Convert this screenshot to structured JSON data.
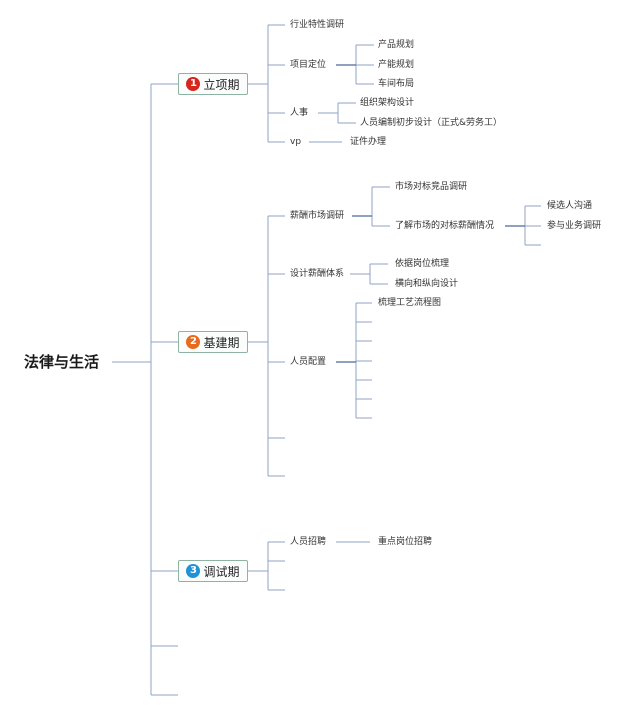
{
  "root": "法律与生活",
  "phases": [
    {
      "num": "1",
      "label": "立项期",
      "color": "#d7261d"
    },
    {
      "num": "2",
      "label": "基建期",
      "color": "#e76a1e"
    },
    {
      "num": "3",
      "label": "调试期",
      "color": "#2192d6"
    }
  ],
  "phase1": {
    "industry": "行业特性调研",
    "positioning": "项目定位",
    "product_plan": "产品规划",
    "capacity_plan": "产能规划",
    "workshop_layout": "车间布局",
    "hr": "人事",
    "org_design": "组织架构设计",
    "staffing": "人员编制初步设计（正式&劳务工）",
    "vp": "vp",
    "license": "证件办理"
  },
  "phase2": {
    "salary_research": "薪酬市场调研",
    "benchmark": "市场对标竞品调研",
    "understand": "了解市场的对标薪酬情况",
    "candidate": "候选人沟通",
    "business": "参与业务调研",
    "salary_system": "设计薪酬体系",
    "by_position": "依据岗位梳理",
    "horizontal": "横向和纵向设计",
    "staff_config": "人员配置",
    "process_map": "梳理工艺流程图"
  },
  "phase3": {
    "recruit": "人员招聘",
    "key_recruit": "重点岗位招聘"
  },
  "colors": {
    "line": "#4b6a9b",
    "line_light": "#8fa3c6"
  }
}
